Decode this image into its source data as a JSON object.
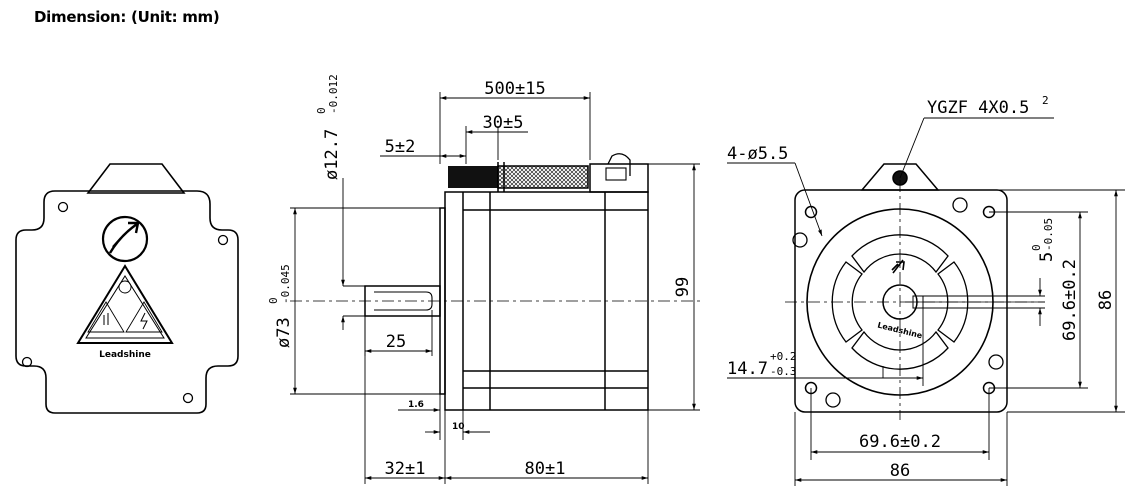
{
  "header": {
    "title": "Dimension: (Unit: mm)"
  },
  "rear_view": {
    "brand": "Leadshine"
  },
  "side_view": {
    "cable_length": "500±15",
    "strip_length": "30±5",
    "tinned_length": "5±2",
    "shaft_dia_main": "ø12.7",
    "shaft_dia_sup": "0",
    "shaft_dia_sub": "-0.012",
    "pilot_dia_main": "ø73",
    "pilot_dia_sup": "0",
    "pilot_dia_sub": "-0.045",
    "key_length": "25",
    "flange_thickness": "1.6",
    "pilot_height": "10",
    "shaft_length": "32±1",
    "body_length": "80±1",
    "overall_height": "99"
  },
  "front_view": {
    "cable_spec": "YGZF 4X0.5",
    "cable_spec_sup": "2",
    "mount_holes": "4-ø5.5",
    "key_width_main": "5",
    "key_width_sup": "0",
    "key_width_sub": "-0.05",
    "flat_main": "14.7",
    "flat_sup": "+0.2",
    "flat_sub": "-0.3",
    "hole_spacing_h": "69.6±0.2",
    "hole_spacing_v": "69.6±0.2",
    "width": "86",
    "height": "86"
  }
}
